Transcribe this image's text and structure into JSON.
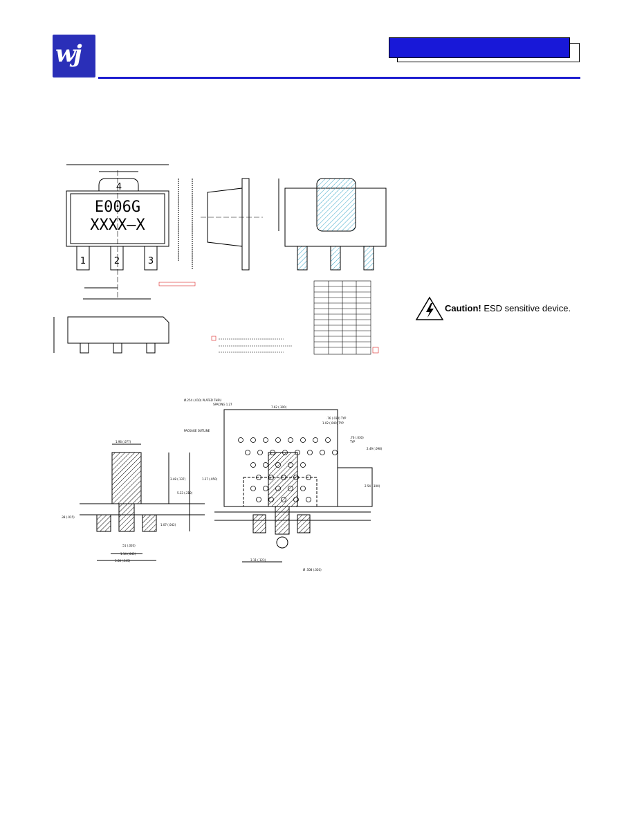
{
  "header": {
    "logo_text": "wj",
    "brand_color": "#2a2fb8",
    "rule_color": "#1f1fd0"
  },
  "package_drawing": {
    "marking_line1": "E006G",
    "marking_line2": "XXXX–X",
    "pin_labels": [
      "1",
      "2",
      "3",
      "4"
    ]
  },
  "caution": {
    "icon": "esd-warning-icon",
    "label": "Caution!",
    "message": "ESD sensitive device."
  },
  "mounting_drawing": {
    "labels": {
      "width_top": "1.96 (.077)",
      "height_left": "3.48 (.137)",
      "height_total": "5.33 (.210)",
      "lead_gap": ".38 (.015)",
      "lead_height": "1.07 (.042)",
      "pitch_small": ".51 (.020)",
      "pitch": "1.14 (.045)",
      "overall_width": "3.68 (.145)",
      "via_note": "Ø.254 (.010) PLATED THRU",
      "via_note2": "SPACING 1.27",
      "package_outline": "PACKAGE OUTLINE",
      "board_width": "7.62 (.300)",
      "via_spacing": ".76 (.030) TYP",
      "via_pitch": "1.02 (.040) TYP",
      "via_offset": ".76 (.030)",
      "via_offset2": "TYP",
      "right_h1": "2.49 (.098)",
      "right_h2": "2.54 (.100)",
      "left_offset": "1.27 (.050)",
      "bottom_dim": "3.11 (.123)",
      "hole": "Ø .508 (.020)"
    }
  }
}
